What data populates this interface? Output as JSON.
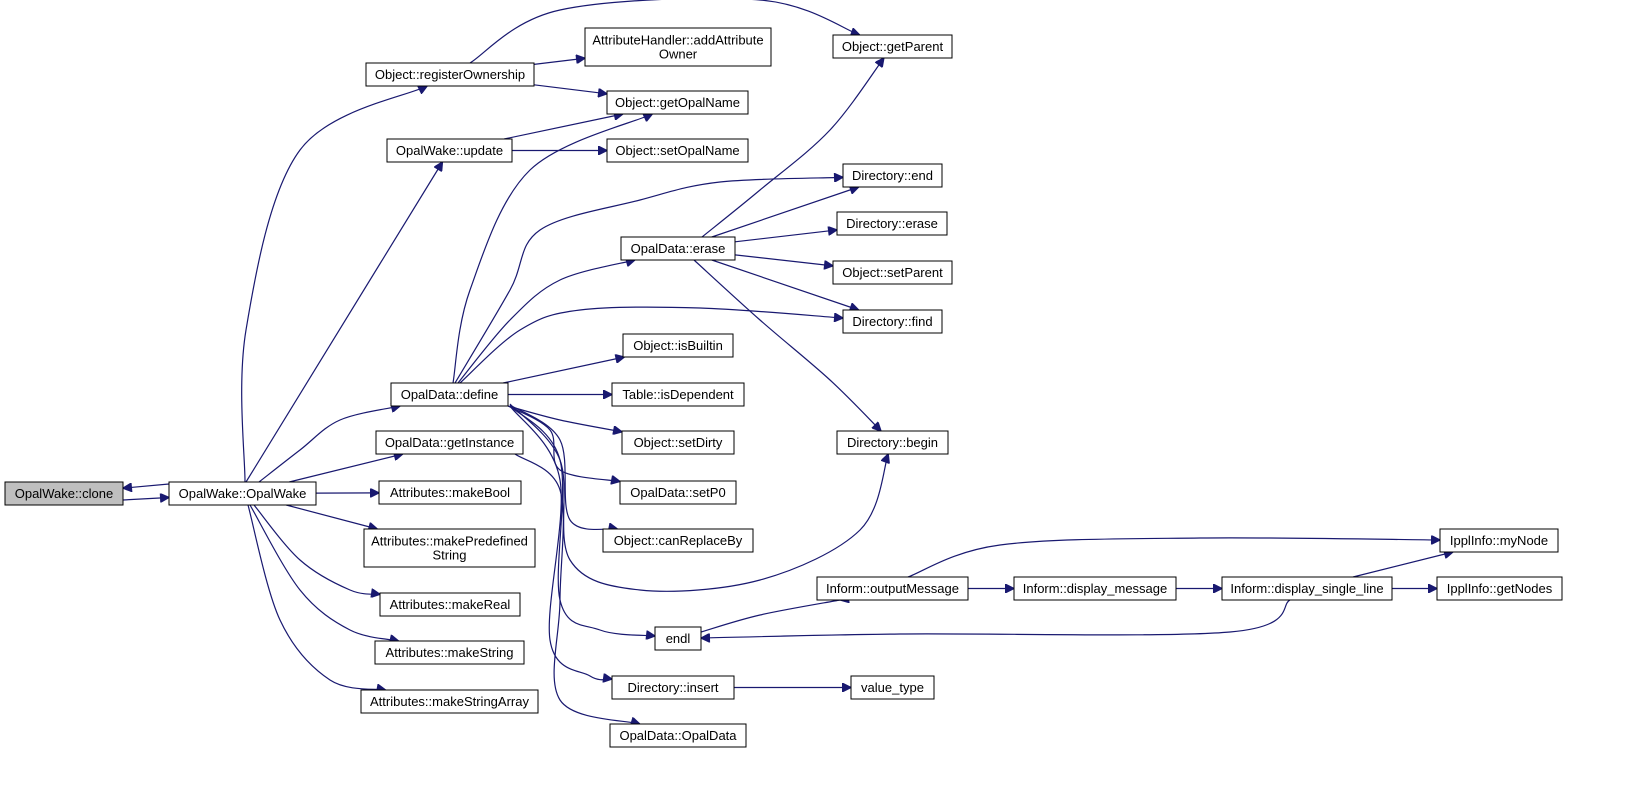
{
  "colors": {
    "edge": "#191970",
    "root_fill": "#bfbfbf",
    "node_fill": "#ffffff",
    "node_border": "#000000"
  },
  "nodes": {
    "clone": [
      "OpalWake::clone"
    ],
    "ctor": [
      "OpalWake::OpalWake"
    ],
    "registerOwnership": [
      "Object::registerOwnership"
    ],
    "update": [
      "OpalWake::update"
    ],
    "define": [
      "OpalData::define"
    ],
    "getInstance": [
      "OpalData::getInstance"
    ],
    "makeBool": [
      "Attributes::makeBool"
    ],
    "makePredefined": [
      "Attributes::makePredefined",
      "String"
    ],
    "makeReal": [
      "Attributes::makeReal"
    ],
    "makeString": [
      "Attributes::makeString"
    ],
    "makeStringArray": [
      "Attributes::makeStringArray"
    ],
    "addAttribute": [
      "AttributeHandler::addAttribute",
      "Owner"
    ],
    "getOpalName": [
      "Object::getOpalName"
    ],
    "setOpalName": [
      "Object::setOpalName"
    ],
    "getParent": [
      "Object::getParent"
    ],
    "erase": [
      "OpalData::erase"
    ],
    "isBuiltin": [
      "Object::isBuiltin"
    ],
    "isDependent": [
      "Table::isDependent"
    ],
    "setDirty": [
      "Object::setDirty"
    ],
    "setP0": [
      "OpalData::setP0"
    ],
    "canReplaceBy": [
      "Object::canReplaceBy"
    ],
    "endl": [
      "endl"
    ],
    "insert": [
      "Directory::insert"
    ],
    "opalDataCtor": [
      "OpalData::OpalData"
    ],
    "dirEnd": [
      "Directory::end"
    ],
    "dirErase": [
      "Directory::erase"
    ],
    "setParent": [
      "Object::setParent"
    ],
    "dirFind": [
      "Directory::find"
    ],
    "dirBegin": [
      "Directory::begin"
    ],
    "outputMessage": [
      "Inform::outputMessage"
    ],
    "displayMessage": [
      "Inform::display_message"
    ],
    "displaySingleLine": [
      "Inform::display_single_line"
    ],
    "myNode": [
      "IpplInfo::myNode"
    ],
    "getNodes": [
      "IpplInfo::getNodes"
    ],
    "valueType": [
      "value_type"
    ]
  },
  "edges": [
    [
      "clone",
      "ctor"
    ],
    [
      "ctor",
      "clone"
    ],
    [
      "ctor",
      "registerOwnership"
    ],
    [
      "ctor",
      "update"
    ],
    [
      "ctor",
      "define"
    ],
    [
      "ctor",
      "getInstance"
    ],
    [
      "ctor",
      "makeBool"
    ],
    [
      "ctor",
      "makePredefined"
    ],
    [
      "ctor",
      "makeReal"
    ],
    [
      "ctor",
      "makeString"
    ],
    [
      "ctor",
      "makeStringArray"
    ],
    [
      "registerOwnership",
      "getParent"
    ],
    [
      "registerOwnership",
      "addAttribute"
    ],
    [
      "registerOwnership",
      "getOpalName"
    ],
    [
      "update",
      "getOpalName"
    ],
    [
      "update",
      "setOpalName"
    ],
    [
      "define",
      "getOpalName"
    ],
    [
      "define",
      "dirEnd"
    ],
    [
      "define",
      "erase"
    ],
    [
      "define",
      "dirFind"
    ],
    [
      "define",
      "isBuiltin"
    ],
    [
      "define",
      "isDependent"
    ],
    [
      "define",
      "setDirty"
    ],
    [
      "define",
      "setP0"
    ],
    [
      "define",
      "canReplaceBy"
    ],
    [
      "define",
      "dirBegin"
    ],
    [
      "define",
      "endl"
    ],
    [
      "define",
      "insert"
    ],
    [
      "getInstance",
      "opalDataCtor"
    ],
    [
      "erase",
      "getParent"
    ],
    [
      "erase",
      "dirEnd"
    ],
    [
      "erase",
      "dirErase"
    ],
    [
      "erase",
      "setParent"
    ],
    [
      "erase",
      "dirFind"
    ],
    [
      "erase",
      "dirBegin"
    ],
    [
      "insert",
      "valueType"
    ],
    [
      "outputMessage",
      "myNode"
    ],
    [
      "outputMessage",
      "displayMessage"
    ],
    [
      "displayMessage",
      "displaySingleLine"
    ],
    [
      "displaySingleLine",
      "myNode"
    ],
    [
      "displaySingleLine",
      "getNodes"
    ],
    [
      "displaySingleLine",
      "endl"
    ],
    [
      "endl",
      "outputMessage"
    ]
  ]
}
